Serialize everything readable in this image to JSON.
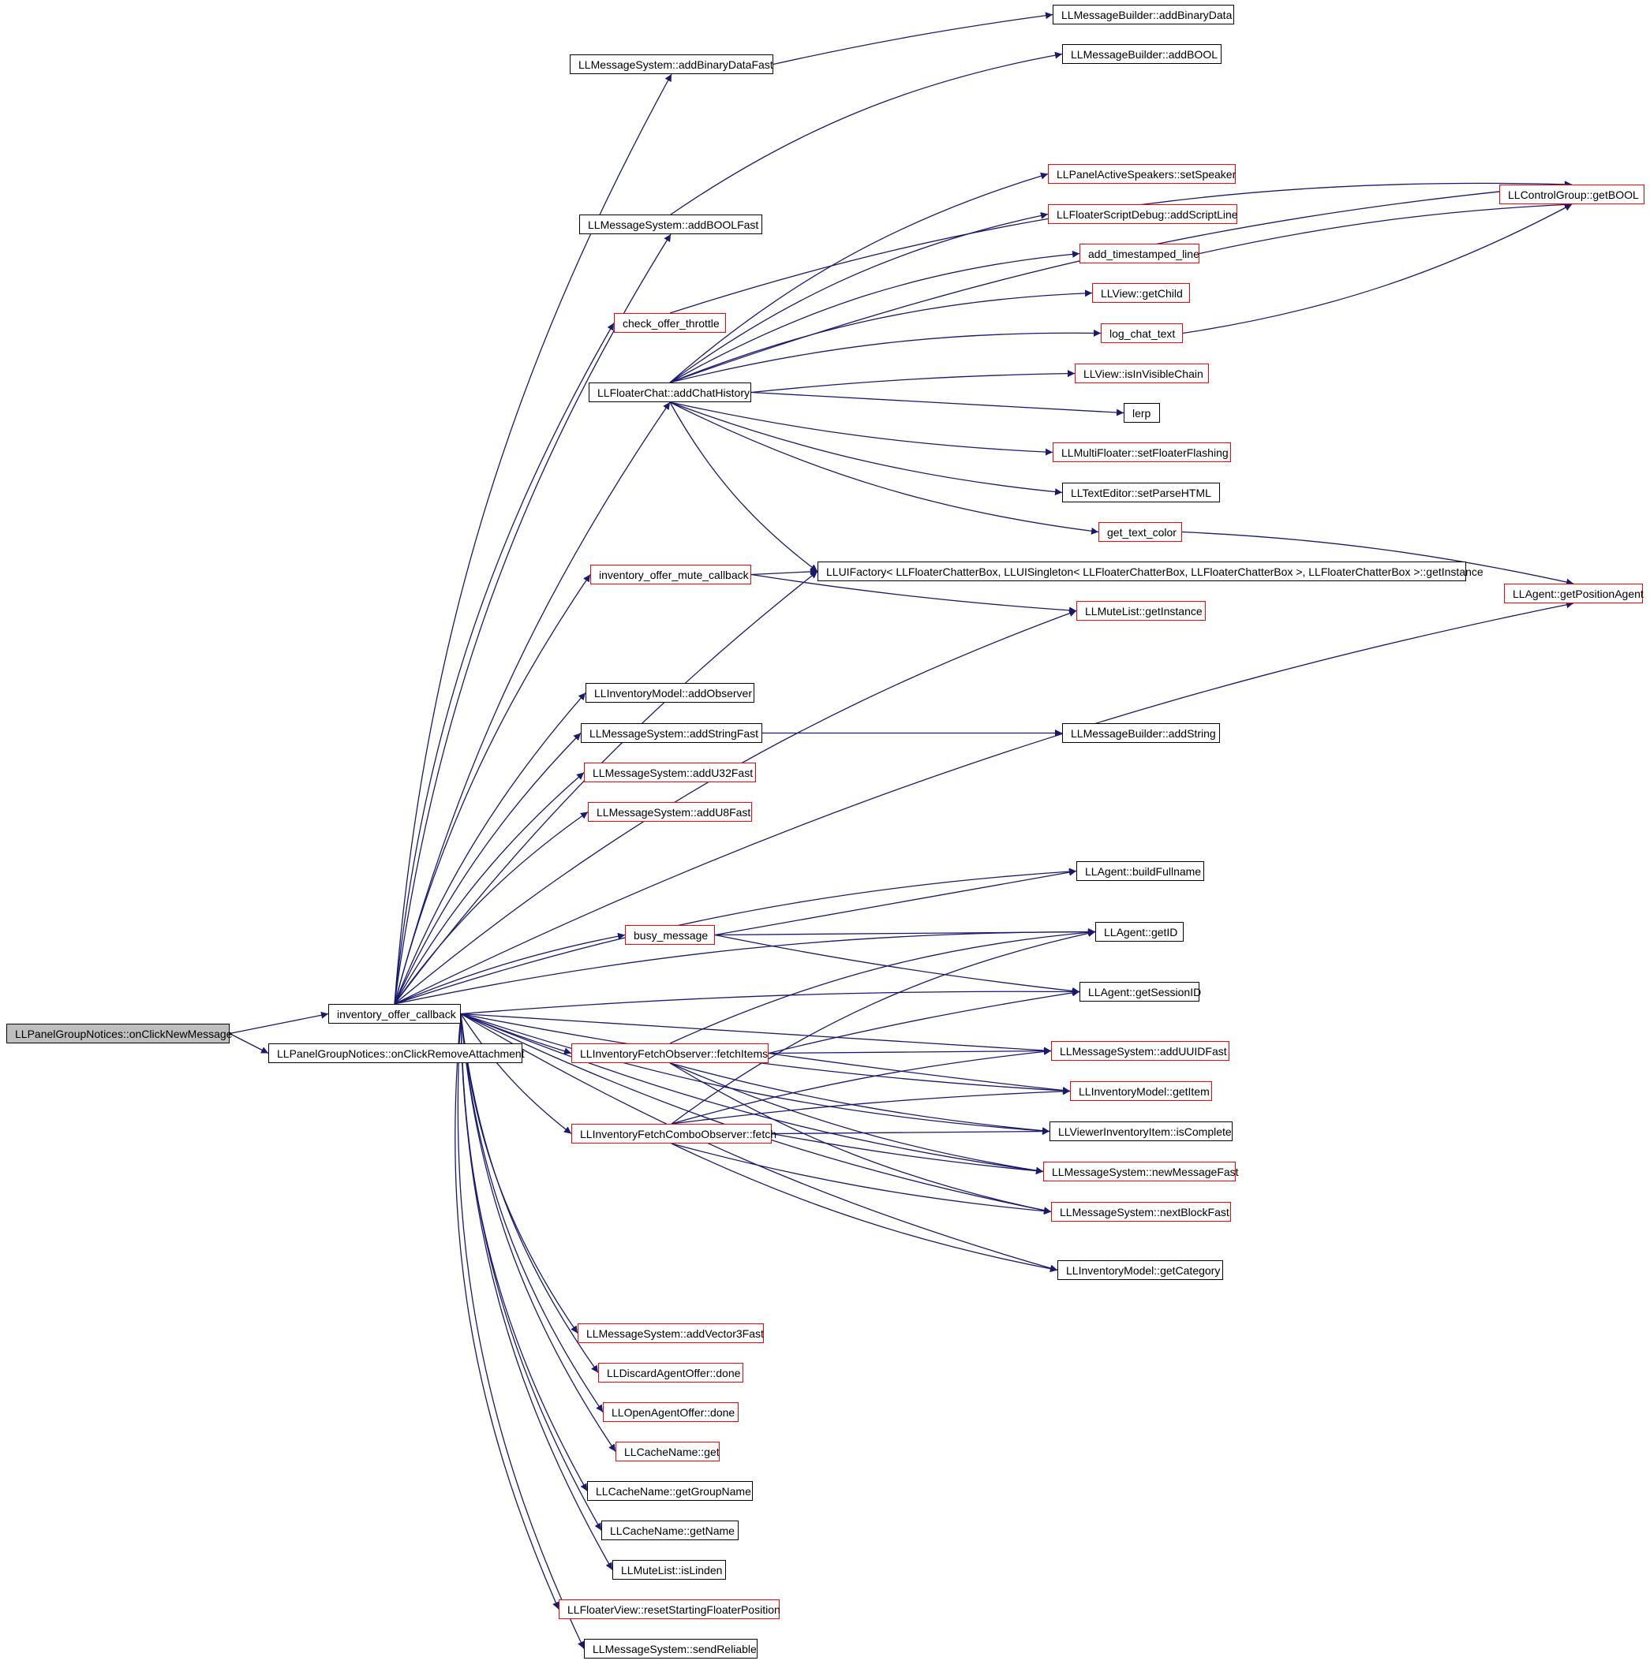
{
  "colors": {
    "edge": "#191970",
    "black_border": "#000000",
    "red_border": "#ff0000",
    "root_fill": "#bfbfbf"
  },
  "nodes": [
    {
      "id": "root",
      "label": "LLPanelGroupNotices::onClickNewMessage",
      "style": "root"
    },
    {
      "id": "ioc",
      "label": "inventory_offer_callback",
      "style": "black"
    },
    {
      "id": "rma",
      "label": "LLPanelGroupNotices::onClickRemoveAttachment",
      "style": "black"
    },
    {
      "id": "abdf",
      "label": "LLMessageSystem::addBinaryDataFast",
      "style": "black"
    },
    {
      "id": "abf",
      "label": "LLMessageSystem::addBOOLFast",
      "style": "black"
    },
    {
      "id": "cot",
      "label": "check_offer_throttle",
      "style": "red"
    },
    {
      "id": "ach",
      "label": "LLFloaterChat::addChatHistory",
      "style": "black"
    },
    {
      "id": "iomc",
      "label": "inventory_offer_mute_callback",
      "style": "red"
    },
    {
      "id": "iao",
      "label": "LLInventoryModel::addObserver",
      "style": "black"
    },
    {
      "id": "asf",
      "label": "LLMessageSystem::addStringFast",
      "style": "black"
    },
    {
      "id": "au32",
      "label": "LLMessageSystem::addU32Fast",
      "style": "red"
    },
    {
      "id": "au8",
      "label": "LLMessageSystem::addU8Fast",
      "style": "red"
    },
    {
      "id": "bm",
      "label": "busy_message",
      "style": "red"
    },
    {
      "id": "fi",
      "label": "LLInventoryFetchObserver::fetchItems",
      "style": "red"
    },
    {
      "id": "fc",
      "label": "LLInventoryFetchComboObserver::fetch",
      "style": "red"
    },
    {
      "id": "av3",
      "label": "LLMessageSystem::addVector3Fast",
      "style": "red"
    },
    {
      "id": "dao",
      "label": "LLDiscardAgentOffer::done",
      "style": "red"
    },
    {
      "id": "oao",
      "label": "LLOpenAgentOffer::done",
      "style": "red"
    },
    {
      "id": "cng",
      "label": "LLCacheName::get",
      "style": "red"
    },
    {
      "id": "cngg",
      "label": "LLCacheName::getGroupName",
      "style": "black"
    },
    {
      "id": "cngn",
      "label": "LLCacheName::getName",
      "style": "black"
    },
    {
      "id": "mil",
      "label": "LLMuteList::isLinden",
      "style": "black"
    },
    {
      "id": "rsfp",
      "label": "LLFloaterView::resetStartingFloaterPosition",
      "style": "red"
    },
    {
      "id": "sr",
      "label": "LLMessageSystem::sendReliable",
      "style": "black"
    },
    {
      "id": "mbabd",
      "label": "LLMessageBuilder::addBinaryData",
      "style": "black"
    },
    {
      "id": "mbab",
      "label": "LLMessageBuilder::addBOOL",
      "style": "black"
    },
    {
      "id": "pas",
      "label": "LLPanelActiveSpeakers::setSpeaker",
      "style": "red"
    },
    {
      "id": "fsd",
      "label": "LLFloaterScriptDebug::addScriptLine",
      "style": "red"
    },
    {
      "id": "atl",
      "label": "add_timestamped_line",
      "style": "red"
    },
    {
      "id": "vgc",
      "label": "LLView::getChild",
      "style": "red"
    },
    {
      "id": "lct",
      "label": "log_chat_text",
      "style": "red"
    },
    {
      "id": "vivc",
      "label": "LLView::isInVisibleChain",
      "style": "red"
    },
    {
      "id": "lerp",
      "label": "lerp",
      "style": "black"
    },
    {
      "id": "mff",
      "label": "LLMultiFloater::setFloaterFlashing",
      "style": "red"
    },
    {
      "id": "tes",
      "label": "LLTextEditor::setParseHTML",
      "style": "black"
    },
    {
      "id": "gtc",
      "label": "get_text_color",
      "style": "red"
    },
    {
      "id": "uif",
      "label": "LLUIFactory< LLFloaterChatterBox, LLUISingleton< LLFloaterChatterBox, LLFloaterChatterBox >, LLFloaterChatterBox >::getInstance",
      "style": "black"
    },
    {
      "id": "mlgi",
      "label": "LLMuteList::getInstance",
      "style": "red"
    },
    {
      "id": "mbas",
      "label": "LLMessageBuilder::addString",
      "style": "black"
    },
    {
      "id": "abfn",
      "label": "LLAgent::buildFullname",
      "style": "black"
    },
    {
      "id": "agid",
      "label": "LLAgent::getID",
      "style": "black"
    },
    {
      "id": "agsid",
      "label": "LLAgent::getSessionID",
      "style": "black"
    },
    {
      "id": "auuid",
      "label": "LLMessageSystem::addUUIDFast",
      "style": "red"
    },
    {
      "id": "imgi",
      "label": "LLInventoryModel::getItem",
      "style": "red"
    },
    {
      "id": "vic",
      "label": "LLViewerInventoryItem::isComplete",
      "style": "black"
    },
    {
      "id": "nmf",
      "label": "LLMessageSystem::newMessageFast",
      "style": "red"
    },
    {
      "id": "nbf",
      "label": "LLMessageSystem::nextBlockFast",
      "style": "red"
    },
    {
      "id": "imgc",
      "label": "LLInventoryModel::getCategory",
      "style": "black"
    },
    {
      "id": "cggb",
      "label": "LLControlGroup::getBOOL",
      "style": "red"
    },
    {
      "id": "agpa",
      "label": "LLAgent::getPositionAgent",
      "style": "red"
    }
  ]
}
